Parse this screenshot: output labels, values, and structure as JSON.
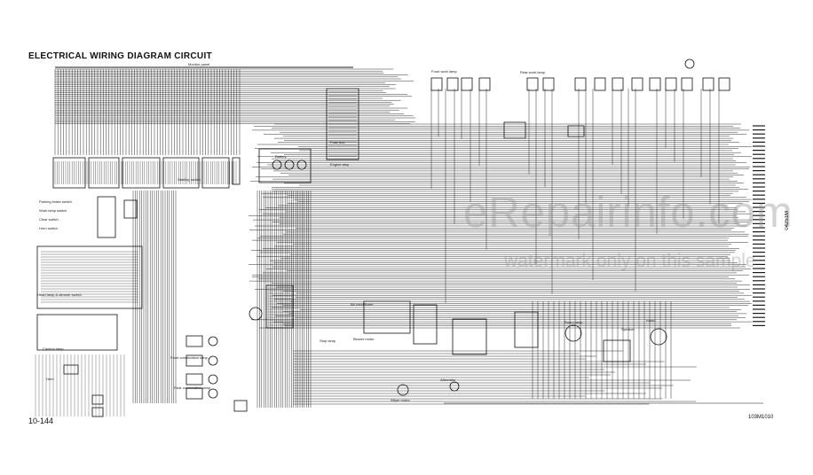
{
  "title": "ELECTRICAL WIRING DIAGRAM CIRCUIT",
  "page_number": "10-144",
  "figure_code": "103M1010",
  "side_code": "04251M",
  "watermark": {
    "site": "eRepairinfo.com",
    "notice": "watermark only on this sample"
  },
  "labels": {
    "monitor_panel": "Monitor panel",
    "parking_brake_switch": "Parking brake switch",
    "work_lamp_switch": "Work lamp switch",
    "clear_switch": "Clear switch",
    "horn_switch": "Horn switch",
    "head_lamp_switch": "Head lamp & dimmer switch",
    "caution_lamp": "Caution lamp",
    "horn": "Horn",
    "starting_switch": "Starting switch",
    "front_combination_lamp": "Front combination lamp",
    "rear_combination_lamp": "Rear combination lamp",
    "stop_lamp": "Stop lamp",
    "air_conditioner": "Air conditioner",
    "blower_motor": "Blower motor",
    "room_lamp": "Room lamp",
    "cab_speaker": "Speaker",
    "radio": "Radio",
    "wiper_motor": "Wiper motor",
    "fuse_box": "Fuse box",
    "battery": "Battery",
    "engine_stop": "Engine stop",
    "front_work_lamp": "Front work lamp",
    "rear_work_lamp": "Rear work lamp",
    "alternator": "Alternator"
  }
}
